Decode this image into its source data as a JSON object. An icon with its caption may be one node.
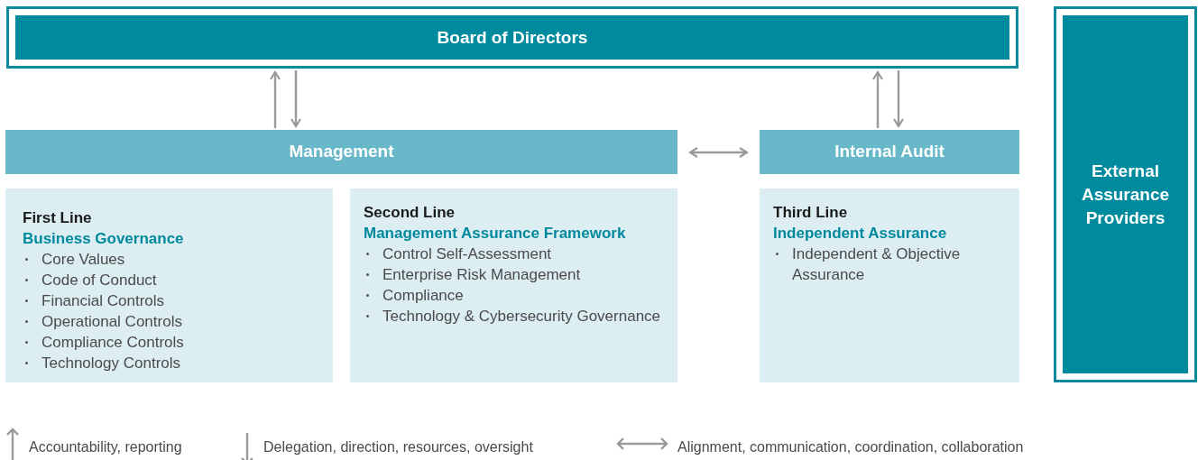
{
  "diagram": {
    "nodes": [
      {
        "text": [
          "Board of Directors"
        ]
      },
      {
        "text": [
          "Management"
        ]
      },
      {
        "text": [
          "Internal Audit"
        ]
      },
      {
        "text": [
          "First Line",
          "Business Governance",
          "Core Values",
          "Code of Conduct",
          "Financial Controls",
          "Operational Controls",
          "Compliance Controls",
          "Technology Controls"
        ]
      },
      {
        "text": [
          "Second Line",
          "Management Assurance Framework",
          "Control Self-Assessment",
          "Enterprise Risk Management",
          "Compliance",
          "Technology & Cybersecurity Governance"
        ]
      },
      {
        "text": [
          "Third Line",
          "Independent Assurance",
          "Independent & Objective Assurance"
        ]
      },
      {
        "text": [
          "External Assurance Providers"
        ]
      }
    ],
    "edges": [
      {
        "from": 1,
        "to": 0,
        "arrow": "to"
      },
      {
        "from": 0,
        "to": 1,
        "arrow": "to"
      },
      {
        "from": 2,
        "to": 0,
        "arrow": "to"
      },
      {
        "from": 0,
        "to": 2,
        "arrow": "to"
      },
      {
        "from": 1,
        "to": 2,
        "arrow": "both"
      }
    ],
    "legend": [
      {
        "text": "Accountability, reporting"
      },
      {
        "text": "Delegation, direction, resources, oversight"
      },
      {
        "text": "Alignment, communication, coordination, collaboration"
      }
    ]
  }
}
